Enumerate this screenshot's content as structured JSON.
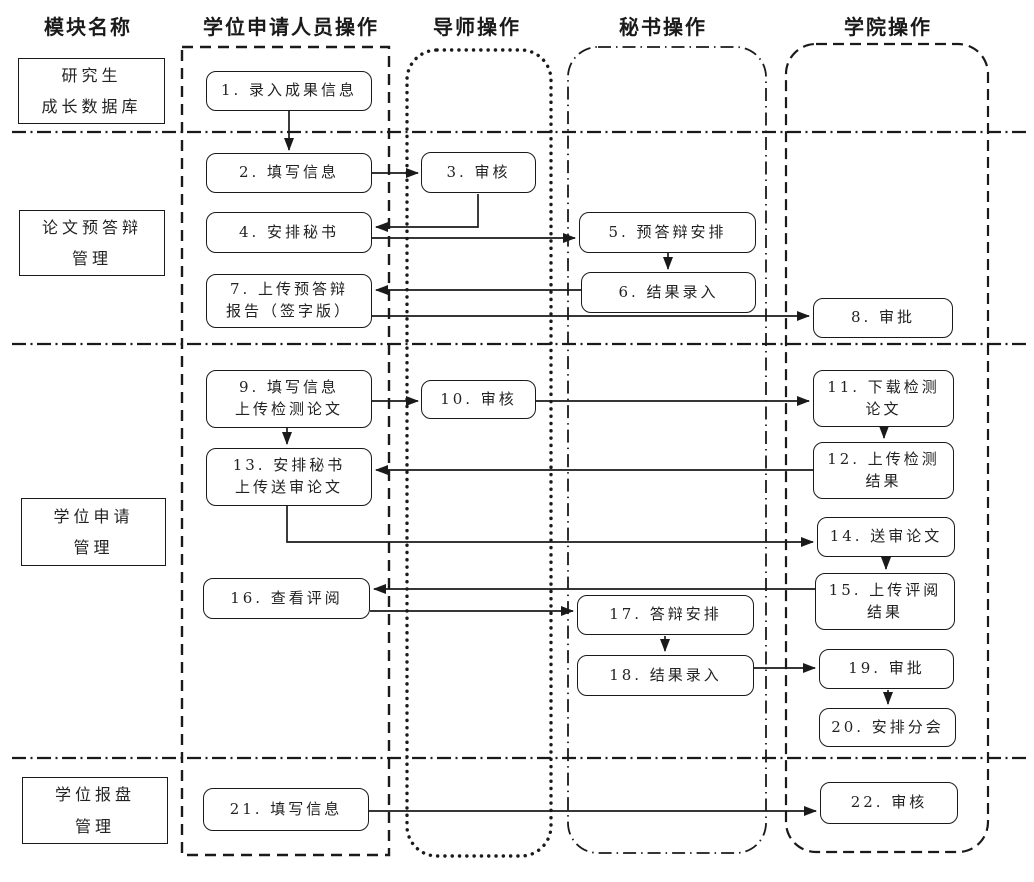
{
  "diagram": {
    "columns": {
      "module": "模块名称",
      "applicant": "学位申请人员操作",
      "supervisor": "导师操作",
      "secretary": "秘书操作",
      "college": "学院操作"
    },
    "modules": [
      {
        "label": "研究生\n成长数据库"
      },
      {
        "label": "论文预答辩\n管理"
      },
      {
        "label": "学位申请\n管理"
      },
      {
        "label": "学位报盘\n管理"
      }
    ],
    "steps": [
      {
        "num": 1,
        "label": "1. 录入成果信息",
        "lane": "学位申请人员操作"
      },
      {
        "num": 2,
        "label": "2. 填写信息",
        "lane": "学位申请人员操作"
      },
      {
        "num": 3,
        "label": "3. 审核",
        "lane": "导师操作"
      },
      {
        "num": 4,
        "label": "4. 安排秘书",
        "lane": "学位申请人员操作"
      },
      {
        "num": 5,
        "label": "5. 预答辩安排",
        "lane": "秘书操作"
      },
      {
        "num": 6,
        "label": "6. 结果录入",
        "lane": "秘书操作"
      },
      {
        "num": 7,
        "label": "7. 上传预答辩\n报告（签字版）",
        "lane": "学位申请人员操作"
      },
      {
        "num": 8,
        "label": "8. 审批",
        "lane": "学院操作"
      },
      {
        "num": 9,
        "label": "9. 填写信息\n上传检测论文",
        "lane": "学位申请人员操作"
      },
      {
        "num": 10,
        "label": "10. 审核",
        "lane": "导师操作"
      },
      {
        "num": 11,
        "label": "11. 下载检测\n论文",
        "lane": "学院操作"
      },
      {
        "num": 12,
        "label": "12. 上传检测\n结果",
        "lane": "学院操作"
      },
      {
        "num": 13,
        "label": "13. 安排秘书\n上传送审论文",
        "lane": "学位申请人员操作"
      },
      {
        "num": 14,
        "label": "14. 送审论文",
        "lane": "学院操作"
      },
      {
        "num": 15,
        "label": "15. 上传评阅\n结果",
        "lane": "学院操作"
      },
      {
        "num": 16,
        "label": "16. 查看评阅",
        "lane": "学位申请人员操作"
      },
      {
        "num": 17,
        "label": "17. 答辩安排",
        "lane": "秘书操作"
      },
      {
        "num": 18,
        "label": "18. 结果录入",
        "lane": "秘书操作"
      },
      {
        "num": 19,
        "label": "19. 审批",
        "lane": "学院操作"
      },
      {
        "num": 20,
        "label": "20. 安排分会",
        "lane": "学院操作"
      },
      {
        "num": 21,
        "label": "21. 填写信息",
        "lane": "学位申请人员操作"
      },
      {
        "num": 22,
        "label": "22. 审核",
        "lane": "学院操作"
      }
    ],
    "edges": [
      {
        "from": 1,
        "to": 2
      },
      {
        "from": 2,
        "to": 3
      },
      {
        "from": 3,
        "to": 4
      },
      {
        "from": 4,
        "to": 5
      },
      {
        "from": 5,
        "to": 6
      },
      {
        "from": 6,
        "to": 7
      },
      {
        "from": 7,
        "to": 8
      },
      {
        "from": 9,
        "to": 10
      },
      {
        "from": 9,
        "to": 13
      },
      {
        "from": 10,
        "to": 11
      },
      {
        "from": 11,
        "to": 12
      },
      {
        "from": 12,
        "to": 13
      },
      {
        "from": 13,
        "to": 14
      },
      {
        "from": 14,
        "to": 15
      },
      {
        "from": 15,
        "to": 16
      },
      {
        "from": 16,
        "to": 17
      },
      {
        "from": 17,
        "to": 18
      },
      {
        "from": 18,
        "to": 19
      },
      {
        "from": 19,
        "to": 20
      },
      {
        "from": 21,
        "to": 22
      }
    ],
    "colors": {
      "line": "#1a1a1a",
      "background": "#ffffff"
    }
  }
}
